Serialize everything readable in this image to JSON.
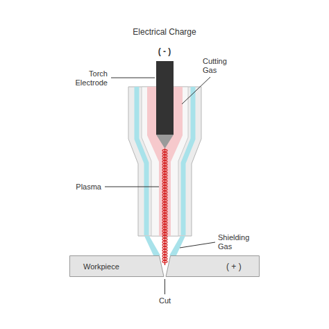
{
  "diagram": {
    "nodes": [
      {
        "text": [
          "Workpiece",
          "( + )"
        ]
      }
    ],
    "labels": [
      "Electrical Charge",
      "( - )",
      "Torch Electrode",
      "Cutting Gas",
      "Plasma",
      "Shielding Gas",
      "Cut"
    ]
  }
}
